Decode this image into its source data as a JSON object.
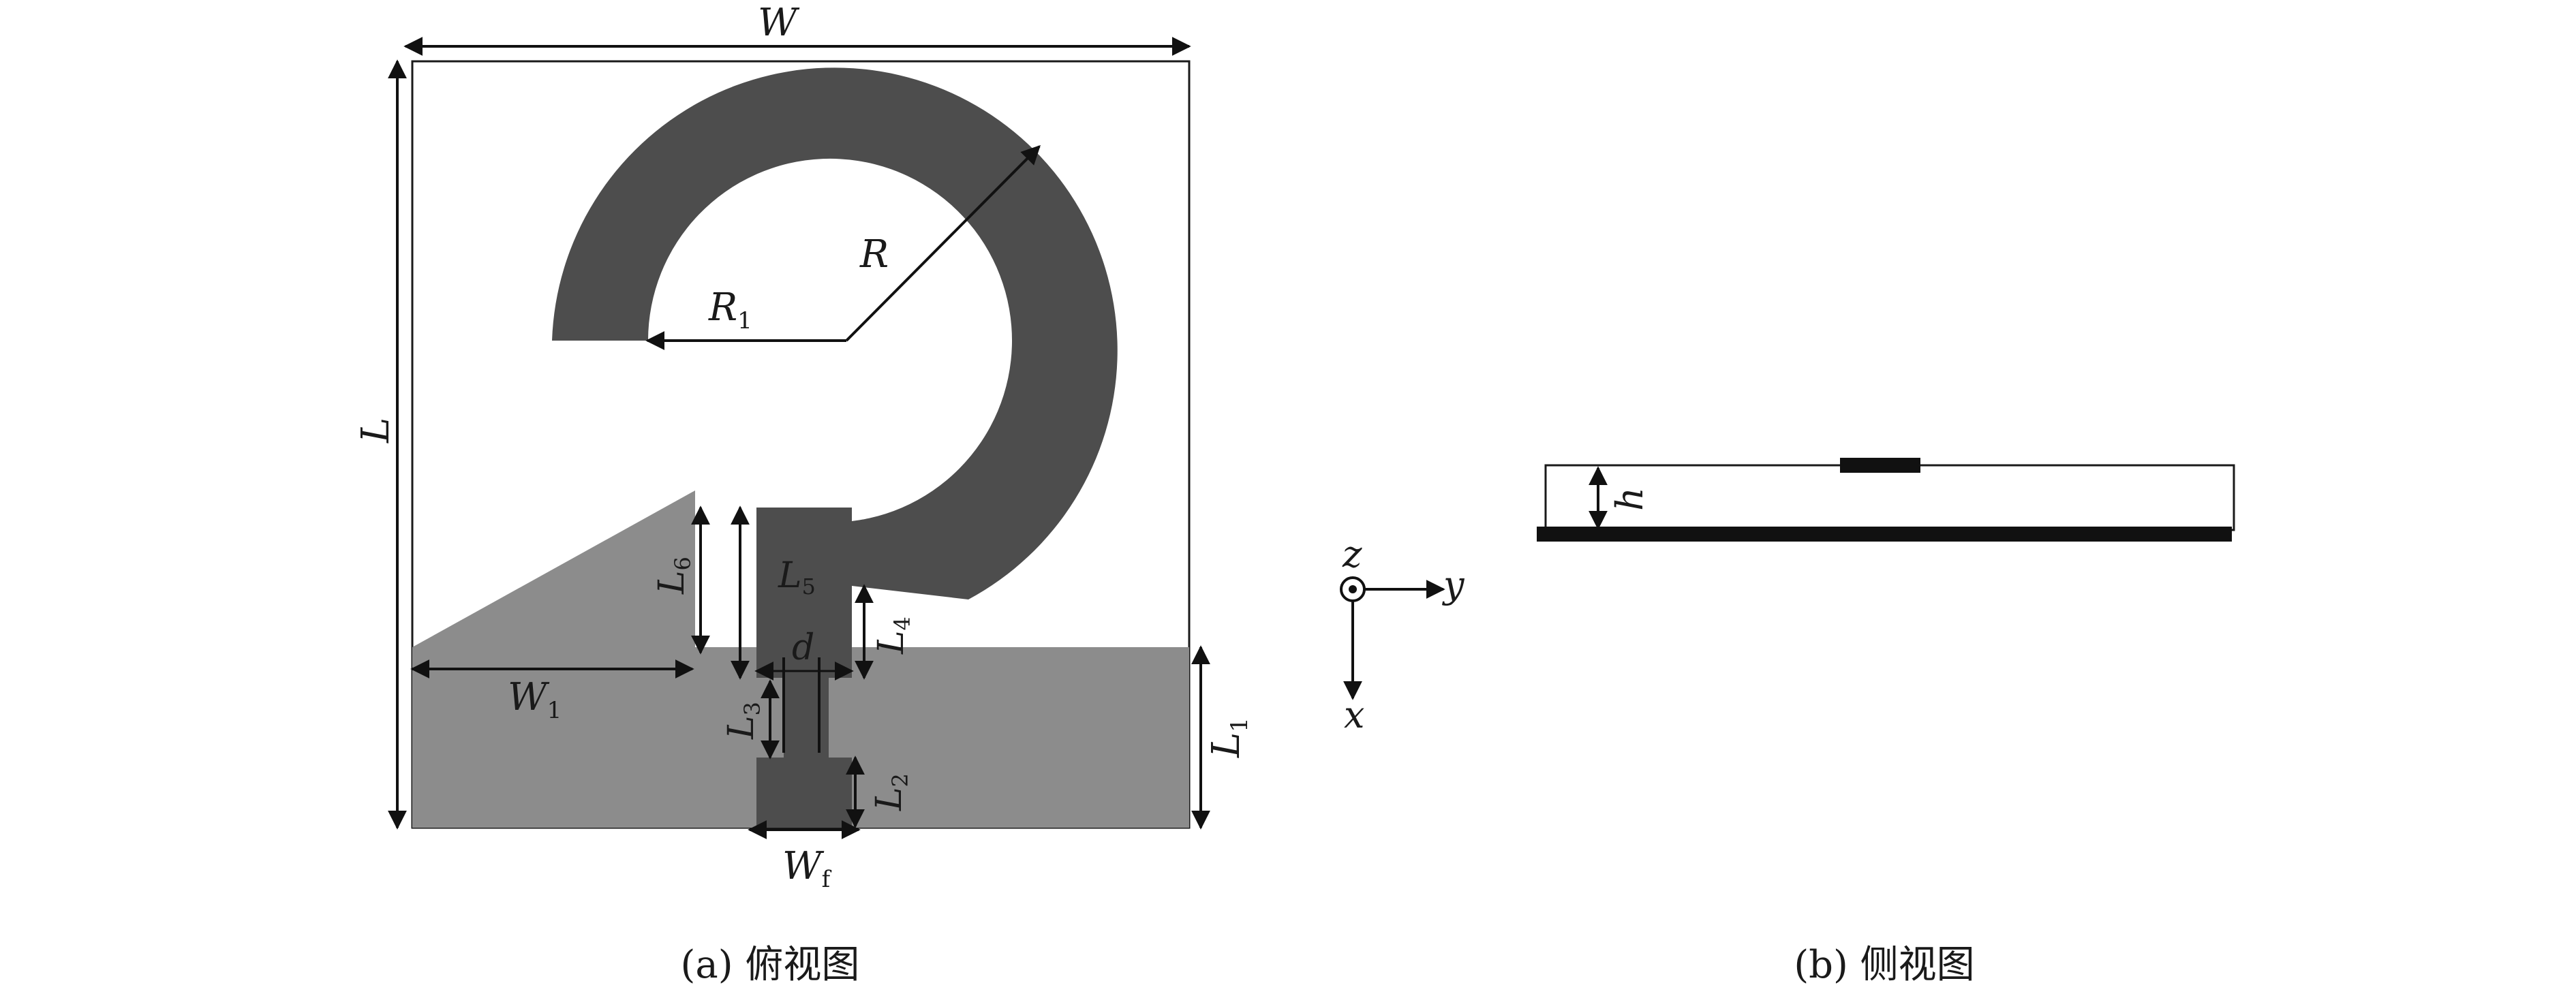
{
  "top_view": {
    "dimension_labels": {
      "W": "W",
      "L": "L",
      "R": "R",
      "R1": {
        "base": "R",
        "sub": "1"
      },
      "L6": {
        "base": "L",
        "sub": "6"
      },
      "L5": {
        "base": "L",
        "sub": "5"
      },
      "L4": {
        "base": "L",
        "sub": "4"
      },
      "d": "d",
      "W1": {
        "base": "W",
        "sub": "1"
      },
      "L3": {
        "base": "L",
        "sub": "3"
      },
      "L2": {
        "base": "L",
        "sub": "2"
      },
      "L1": {
        "base": "L",
        "sub": "1"
      },
      "Wf": {
        "base": "W",
        "sub": "f"
      }
    },
    "caption": "(a) 俯视图",
    "colors": {
      "patch": "#4d4d4d",
      "ground": "#8c8c8c",
      "substrate_outline": "#1a1a1a"
    }
  },
  "axes": {
    "z": "z",
    "y": "y",
    "x": "x"
  },
  "side_view": {
    "h": "h",
    "caption": "(b) 侧视图"
  }
}
